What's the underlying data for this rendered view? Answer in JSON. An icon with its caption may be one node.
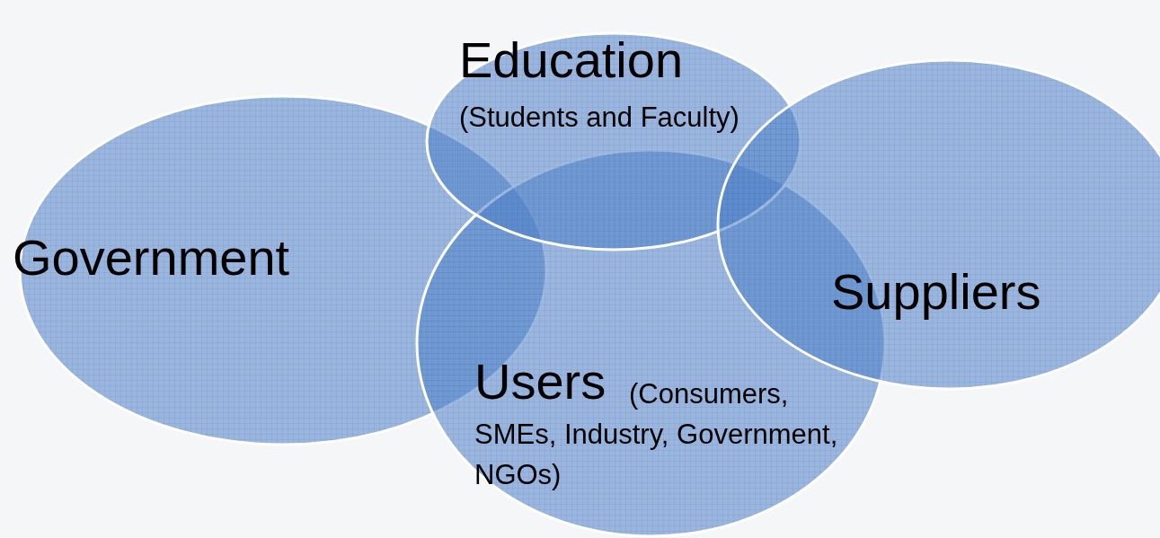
{
  "diagram": {
    "nodes": [
      {
        "text": [
          "Government"
        ]
      },
      {
        "text": [
          "Users",
          "(Consumers, SMEs, Industry, Government, NGOs)"
        ]
      },
      {
        "text": [
          "Education",
          "(Students and Faculty)"
        ]
      },
      {
        "text": [
          "Suppliers"
        ]
      }
    ]
  }
}
